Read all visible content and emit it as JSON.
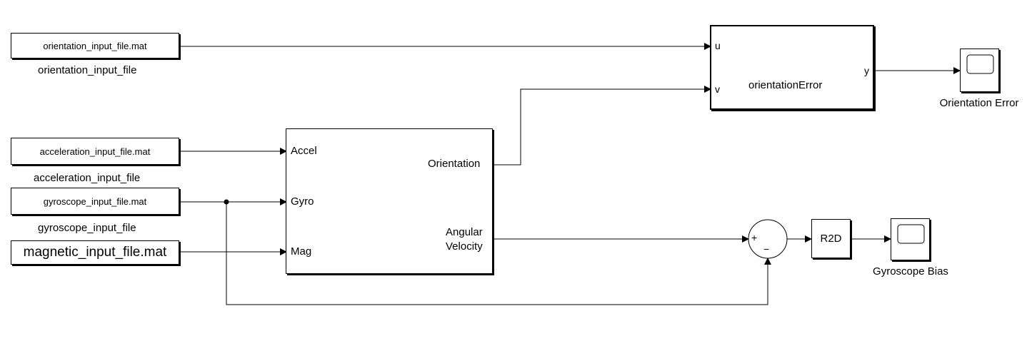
{
  "sources": {
    "orientation": {
      "file": "orientation_input_file.mat",
      "name": "orientation_input_file"
    },
    "acceleration": {
      "file": "acceleration_input_file.mat",
      "name": "acceleration_input_file"
    },
    "gyroscope": {
      "file": "gyroscope_input_file.mat",
      "name": "gyroscope_input_file"
    },
    "magnetic": {
      "file": "magnetic_input_file.mat"
    }
  },
  "fusion_block": {
    "inputs": [
      "Accel",
      "Gyro",
      "Mag"
    ],
    "output_orientation": "Orientation",
    "output_angular": [
      "Angular",
      "Velocity"
    ]
  },
  "error_block": {
    "name": "orientationError",
    "input_u": "u",
    "input_v": "v",
    "output_y": "y"
  },
  "sum_block": {
    "plus": "+",
    "minus": "−"
  },
  "gain_block": {
    "label": "R2D"
  },
  "scopes": {
    "orientation_error": "Orientation Error",
    "gyroscope_bias": "Gyroscope Bias"
  },
  "colors": {
    "line": "#000000",
    "icon_gray": "#8a8a8a",
    "matlab_orange": "#e16737",
    "matlab_blue": "#3a7dbf"
  }
}
